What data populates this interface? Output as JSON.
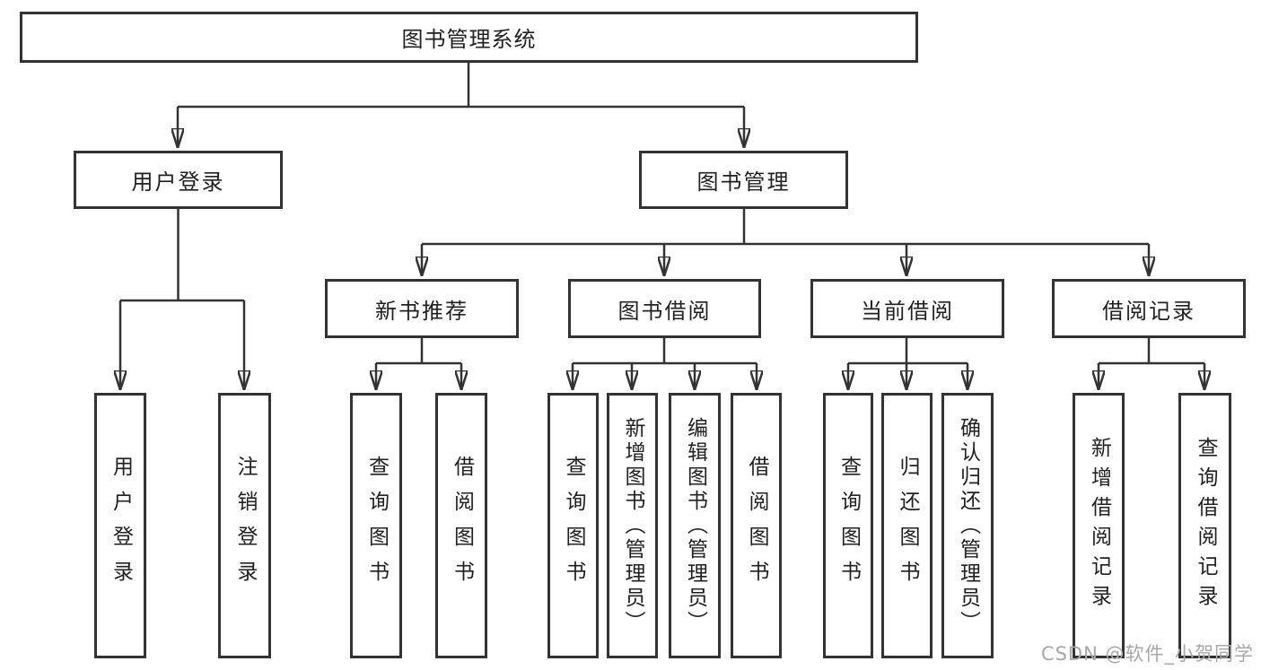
{
  "watermark": "CSDN @软件_小贺同学",
  "tree": {
    "root": {
      "label": "图书管理系统",
      "children": {
        "user_login": {
          "label": "用户登录",
          "children": {
            "login": {
              "label": "用户登录"
            },
            "logout": {
              "label": "注销登录"
            }
          }
        },
        "book_mgmt": {
          "label": "图书管理",
          "children": {
            "new_rec": {
              "label": "新书推荐",
              "children": {
                "query": {
                  "label": "查询图书"
                },
                "borrow": {
                  "label": "借阅图书"
                }
              }
            },
            "borrowing": {
              "label": "图书借阅",
              "children": {
                "query": {
                  "label": "查询图书"
                },
                "add": {
                  "label": "新增图书（管理员）"
                },
                "edit": {
                  "label": "编辑图书（管理员）"
                },
                "borrow": {
                  "label": "借阅图书"
                }
              }
            },
            "current": {
              "label": "当前借阅",
              "children": {
                "query": {
                  "label": "查询图书"
                },
                "return": {
                  "label": "归还图书"
                },
                "confirm": {
                  "label": "确认归还（管理员）"
                }
              }
            },
            "records": {
              "label": "借阅记录",
              "children": {
                "add": {
                  "label": "新增借阅记录"
                },
                "query": {
                  "label": "查询借阅记录"
                }
              }
            }
          }
        }
      }
    }
  }
}
